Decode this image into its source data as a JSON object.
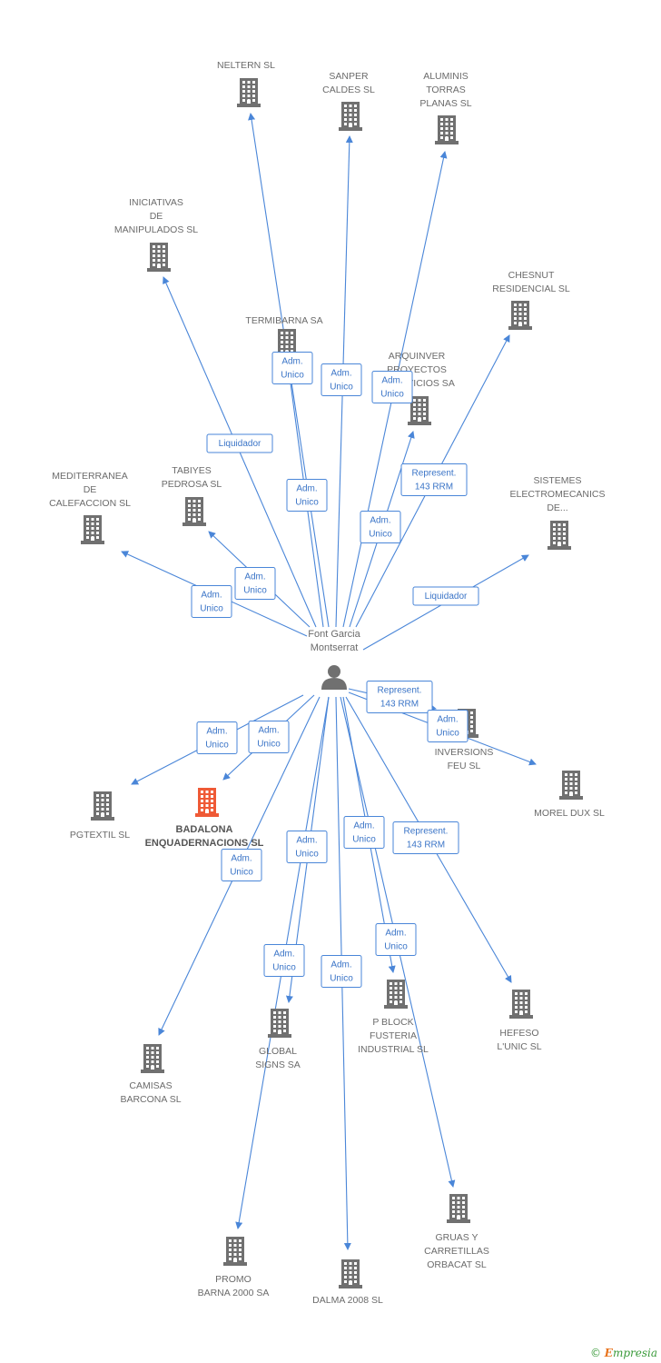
{
  "center": {
    "lines": [
      "Font Garcia",
      "Montserrat"
    ]
  },
  "colors": {
    "edge": "#4a86d8",
    "building": "#707070",
    "highlight": "#ef5a36"
  },
  "nodes": [
    {
      "id": "neltern",
      "lines": [
        "NELTERN SL"
      ]
    },
    {
      "id": "sanper",
      "lines": [
        "SANPER",
        "CALDES SL"
      ]
    },
    {
      "id": "aluminis",
      "lines": [
        "ALUMINIS",
        "TORRAS",
        "PLANAS SL"
      ]
    },
    {
      "id": "iniciativas",
      "lines": [
        "INICIATIVAS",
        "DE",
        "MANIPULADOS SL"
      ]
    },
    {
      "id": "chesnut",
      "lines": [
        "CHESNUT",
        "RESIDENCIAL SL"
      ]
    },
    {
      "id": "termibarna",
      "lines": [
        "TERMIBARNA SA"
      ]
    },
    {
      "id": "arquinver",
      "lines": [
        "ARQUINVER",
        "PROYECTOS",
        "Y SERVICIOS SA"
      ]
    },
    {
      "id": "mediterranea",
      "lines": [
        "MEDITERRANEA",
        "DE",
        "CALEFACCION SL"
      ]
    },
    {
      "id": "tabiyes",
      "lines": [
        "TABIYES",
        "PEDROSA SL"
      ]
    },
    {
      "id": "sistemes",
      "lines": [
        "SISTEMES",
        "ELECTROMECANICS",
        "DE..."
      ]
    },
    {
      "id": "inversions",
      "lines": [
        "INVERSIONS",
        "FEU SL"
      ]
    },
    {
      "id": "moreldux",
      "lines": [
        "MOREL DUX SL"
      ]
    },
    {
      "id": "pgtextil",
      "lines": [
        "PGTEXTIL SL"
      ]
    },
    {
      "id": "badalona",
      "lines": [
        "BADALONA",
        "ENQUADERNACIONS SL"
      ]
    },
    {
      "id": "pblock",
      "lines": [
        "P BLOCK",
        "FUSTERIA",
        "INDUSTRIAL SL"
      ]
    },
    {
      "id": "hefeso",
      "lines": [
        "HEFESO",
        "L'UNIC SL"
      ]
    },
    {
      "id": "camisas",
      "lines": [
        "CAMISAS",
        "BARCONA SL"
      ]
    },
    {
      "id": "global",
      "lines": [
        "GLOBAL",
        "SIGNS SA"
      ]
    },
    {
      "id": "promo",
      "lines": [
        "PROMO",
        "BARNA 2000 SA"
      ]
    },
    {
      "id": "dalma",
      "lines": [
        "DALMA 2008 SL"
      ]
    },
    {
      "id": "gruas",
      "lines": [
        "GRUAS Y",
        "CARRETILLAS",
        "ORBACAT SL"
      ]
    }
  ],
  "edges": [
    {
      "to": "neltern",
      "label": [
        "Adm.",
        "Unico"
      ]
    },
    {
      "to": "sanper",
      "label": [
        "Adm.",
        "Unico"
      ]
    },
    {
      "to": "aluminis",
      "label": [
        "Adm.",
        "Unico"
      ]
    },
    {
      "to": "iniciativas",
      "label": [
        "Liquidador"
      ]
    },
    {
      "to": "chesnut",
      "label": [
        "Represent.",
        "143 RRM"
      ]
    },
    {
      "to": "termibarna",
      "label": [
        "Adm.",
        "Unico"
      ]
    },
    {
      "to": "arquinver",
      "label": [
        "Adm.",
        "Unico"
      ]
    },
    {
      "to": "mediterranea",
      "label": [
        "Adm.",
        "Unico"
      ]
    },
    {
      "to": "tabiyes",
      "label": [
        "Adm.",
        "Unico"
      ]
    },
    {
      "to": "sistemes",
      "label": [
        "Liquidador"
      ]
    },
    {
      "to": "inversions",
      "label": [
        "Represent.",
        "143 RRM"
      ]
    },
    {
      "to": "moreldux",
      "label": [
        "Adm.",
        "Unico"
      ]
    },
    {
      "to": "pgtextil",
      "label": [
        "Adm.",
        "Unico"
      ]
    },
    {
      "to": "badalona",
      "label": [
        "Adm.",
        "Unico"
      ]
    },
    {
      "to": "camisas",
      "label": [
        "Adm.",
        "Unico"
      ]
    },
    {
      "to": "global",
      "label": [
        "Adm.",
        "Unico"
      ]
    },
    {
      "to": "pblock",
      "label": [
        "Adm.",
        "Unico"
      ]
    },
    {
      "to": "hefeso",
      "label": [
        "Represent.",
        "143 RRM"
      ]
    },
    {
      "to": "promo",
      "label": [
        "Adm.",
        "Unico"
      ]
    },
    {
      "to": "dalma",
      "label": [
        "Adm.",
        "Unico"
      ]
    },
    {
      "to": "gruas",
      "label": [
        "Adm.",
        "Unico"
      ]
    }
  ],
  "footer": {
    "copyright": "©",
    "brand_first": "E",
    "brand_rest": "mpresia"
  }
}
